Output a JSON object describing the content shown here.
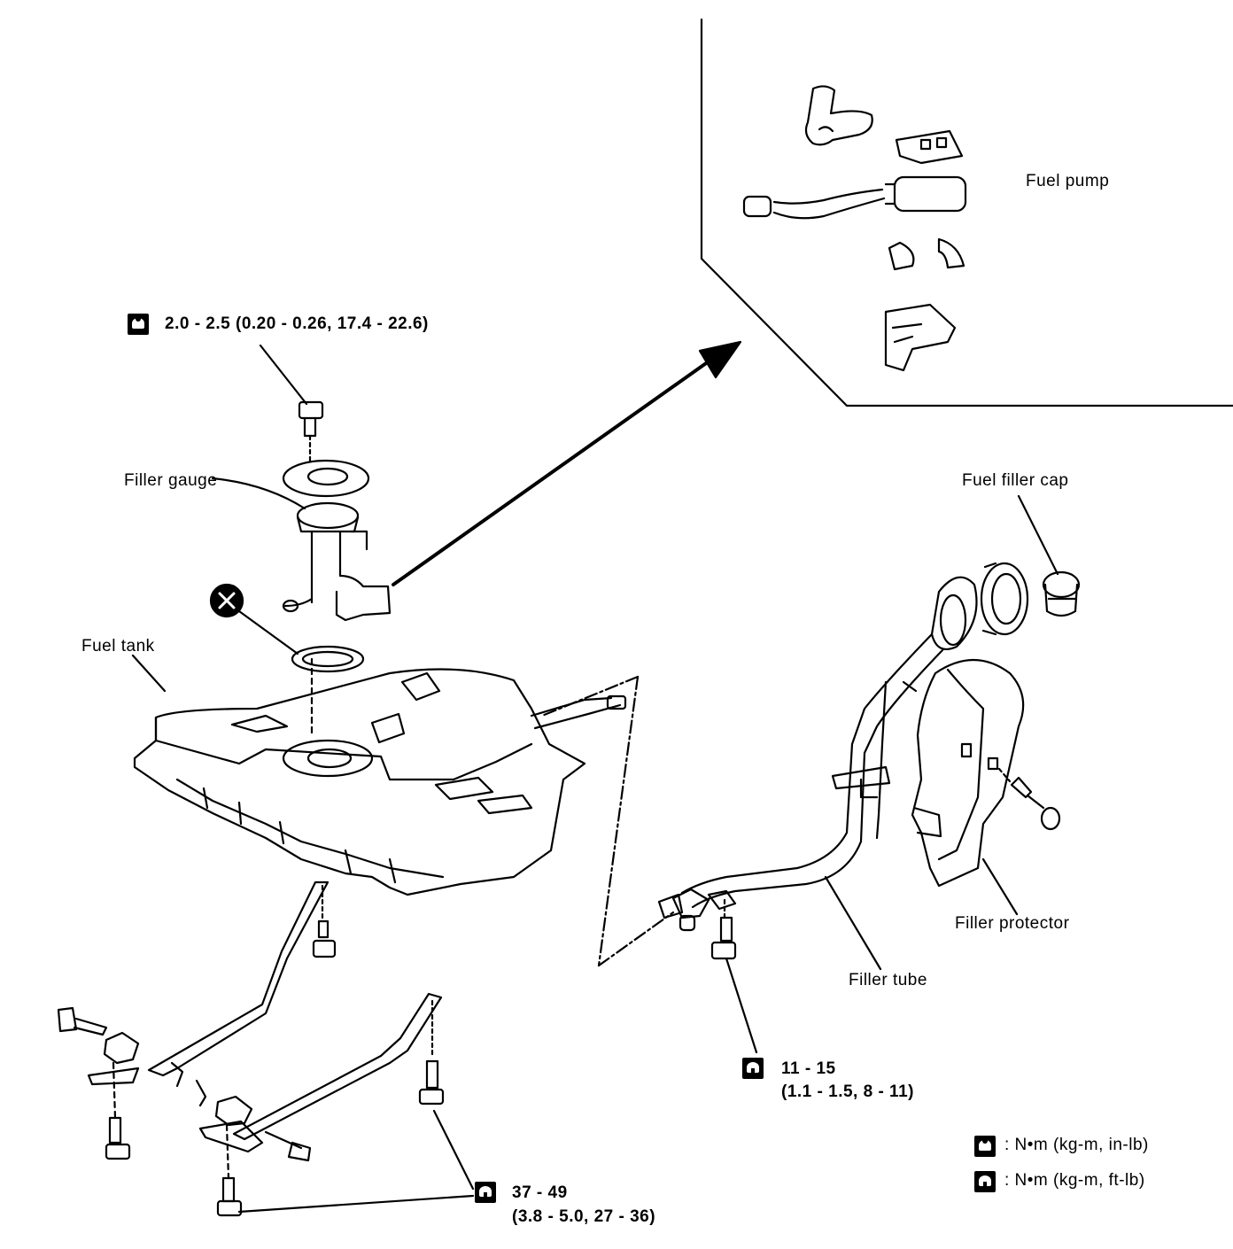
{
  "labels": {
    "fuel_pump": "Fuel pump",
    "filler_gauge": "Filler gauge",
    "fuel_tank": "Fuel tank",
    "fuel_filler_cap": "Fuel filler cap",
    "filler_protector": "Filler protector",
    "filler_tube": "Filler tube"
  },
  "torques": {
    "filler_gauge_bolt": "2.0 - 2.5 (0.20 - 0.26, 17.4 - 22.6)",
    "filler_tube_bolt_line1": "11 - 15",
    "filler_tube_bolt_line2": "(1.1 - 1.5, 8 - 11)",
    "tank_band_bolt_line1": "37 - 49",
    "tank_band_bolt_line2": "(3.8 - 5.0, 27 - 36)"
  },
  "legend": {
    "inlb": ": N•m (kg-m, in-lb)",
    "ftlb": ": N•m (kg-m, ft-lb)"
  },
  "icons": [
    "torque-in-lb-icon",
    "torque-ft-lb-icon",
    "do-not-reuse-icon"
  ]
}
